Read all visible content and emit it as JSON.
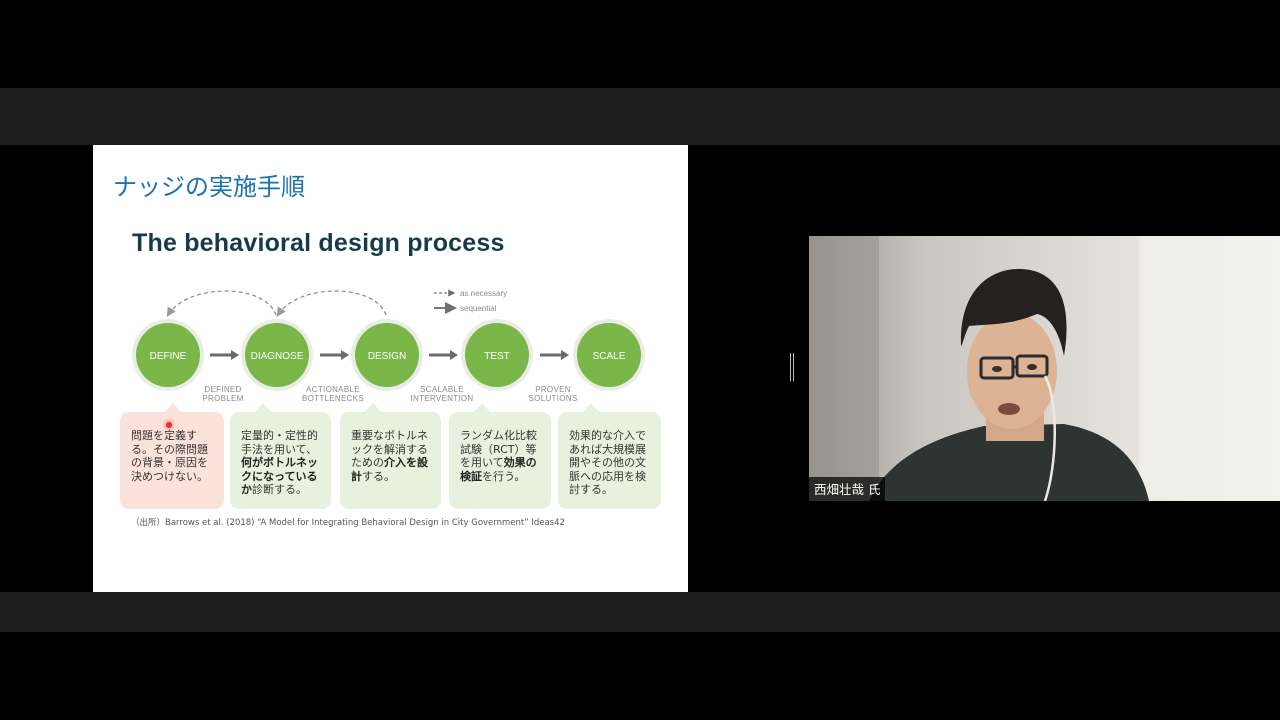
{
  "slide": {
    "title": "ナッジの実施手順",
    "heading": "The behavioral design process",
    "legend": {
      "dashed": "as necessary",
      "solid": "sequential"
    },
    "steps": [
      {
        "label": "DEFINE"
      },
      {
        "label": "DIAGNOSE"
      },
      {
        "label": "DESIGN"
      },
      {
        "label": "TEST"
      },
      {
        "label": "SCALE"
      }
    ],
    "transitions": [
      {
        "line1": "DEFINED",
        "line2": "PROBLEM"
      },
      {
        "line1": "ACTIONABLE",
        "line2": "BOTTLENECKS"
      },
      {
        "line1": "SCALABLE",
        "line2": "INTERVENTION"
      },
      {
        "line1": "PROVEN",
        "line2": "SOLUTIONS"
      }
    ],
    "boxes": [
      {
        "text": "問題を定義する。その際問題の背景・原因を決めつけない。"
      },
      {
        "pre": "定量的・定性的手法を用いて、",
        "bold": "何がボトルネックになっているか",
        "post": "診断する。"
      },
      {
        "pre": "重要なボトルネックを解消するための",
        "bold": "介入を設計",
        "post": "する。"
      },
      {
        "pre": "ランダム化比較試験（RCT）等を用いて",
        "bold": "効果の検証",
        "post": "を行う。"
      },
      {
        "text": "効果的な介入であれば大規模展開やその他の文脈への応用を検討する。"
      }
    ],
    "source": "（出所）Barrows et al. (2018) “A Model for Integrating Behavioral Design in City Government” Ideas42",
    "colors": {
      "step_green": "#7ab648",
      "title_blue": "#1a72b4",
      "heading_navy": "#163a4a"
    }
  },
  "video": {
    "participant_name": "西畑壮哉 氏"
  }
}
